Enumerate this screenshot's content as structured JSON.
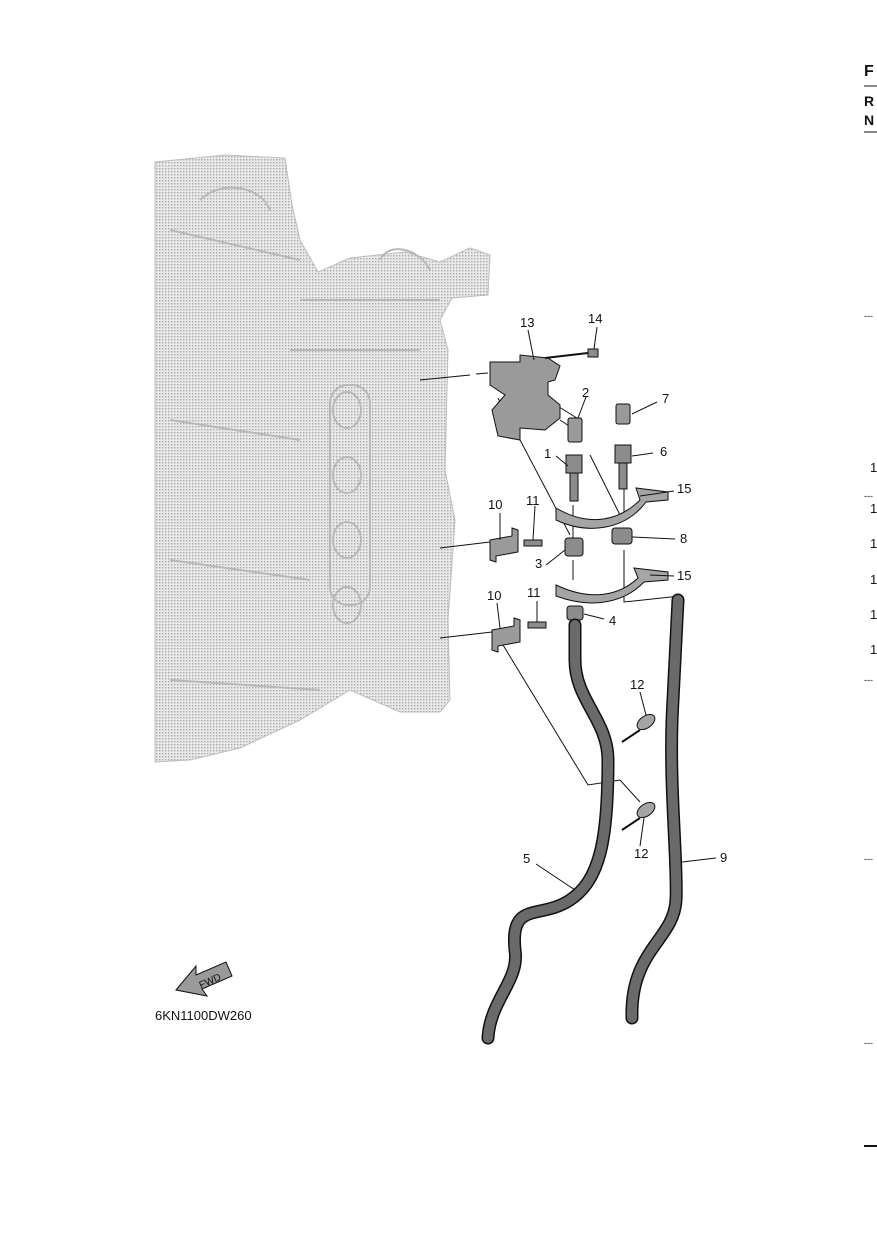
{
  "diagram": {
    "code": "6KN1100DW260",
    "fwd_label": "FWD",
    "callouts": {
      "c1": "1",
      "c2": "2",
      "c3": "3",
      "c4": "4",
      "c5": "5",
      "c6": "6",
      "c7": "7",
      "c8": "8",
      "c9": "9",
      "c10a": "10",
      "c10b": "10",
      "c11a": "11",
      "c11b": "11",
      "c12a": "12",
      "c12b": "12",
      "c13": "13",
      "c14": "14",
      "c15a": "15",
      "c15b": "15"
    }
  },
  "right_edge": {
    "heading": "F",
    "row_r": "R",
    "row_n": "N",
    "dash_1": "---",
    "num_1": "1",
    "dash_2": "---",
    "num_2": "1",
    "num_3": "1",
    "num_4": "1",
    "num_5": "1",
    "num_6": "1",
    "dash_3": "---",
    "dash_4": "---",
    "dash_5": "---"
  },
  "colors": {
    "line": "#111111",
    "engine": "#cfcfcf",
    "part": "#8c8c8c",
    "hose": "#5a5a5a"
  }
}
